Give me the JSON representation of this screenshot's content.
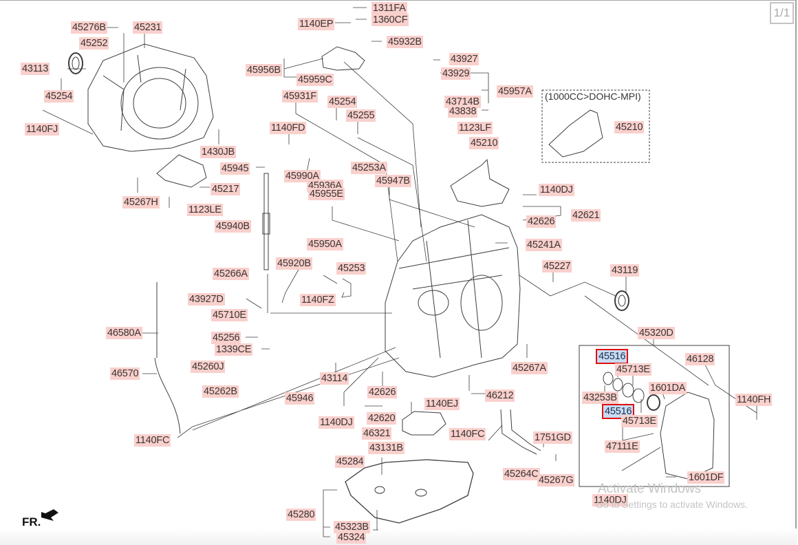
{
  "viewer": {
    "page_indicator": "1/1"
  },
  "diagram": {
    "variant_note": "(1000CC>DOHC-MPI)",
    "orientation_marker": "FR.",
    "highlight_color": "#e01010",
    "label_color": "#f9d0cc",
    "labels": [
      {
        "id": "45276B",
        "text": "45276B",
        "highlighted": false
      },
      {
        "id": "45231",
        "text": "45231",
        "highlighted": false
      },
      {
        "id": "45252",
        "text": "45252",
        "highlighted": false
      },
      {
        "id": "43113",
        "text": "43113",
        "highlighted": false
      },
      {
        "id": "45254-a",
        "text": "45254",
        "highlighted": false
      },
      {
        "id": "1140FJ",
        "text": "1140FJ",
        "highlighted": false
      },
      {
        "id": "1430JB",
        "text": "1430JB",
        "highlighted": false
      },
      {
        "id": "45945",
        "text": "45945",
        "highlighted": false
      },
      {
        "id": "45217",
        "text": "45217",
        "highlighted": false
      },
      {
        "id": "45267H",
        "text": "45267H",
        "highlighted": false
      },
      {
        "id": "1123LE",
        "text": "1123LE",
        "highlighted": false
      },
      {
        "id": "1311FA",
        "text": "1311FA",
        "highlighted": false
      },
      {
        "id": "1360CF",
        "text": "1360CF",
        "highlighted": false
      },
      {
        "id": "1140EP",
        "text": "1140EP",
        "highlighted": false
      },
      {
        "id": "45932B",
        "text": "45932B",
        "highlighted": false
      },
      {
        "id": "45956B",
        "text": "45956B",
        "highlighted": false
      },
      {
        "id": "45959C",
        "text": "45959C",
        "highlighted": false
      },
      {
        "id": "43927",
        "text": "43927",
        "highlighted": false
      },
      {
        "id": "43929",
        "text": "43929",
        "highlighted": false
      },
      {
        "id": "45957A",
        "text": "45957A",
        "highlighted": false
      },
      {
        "id": "43714B",
        "text": "43714B",
        "highlighted": false
      },
      {
        "id": "43838",
        "text": "43838",
        "highlighted": false
      },
      {
        "id": "45931F",
        "text": "45931F",
        "highlighted": false
      },
      {
        "id": "45254-b",
        "text": "45254",
        "highlighted": false
      },
      {
        "id": "45255",
        "text": "45255",
        "highlighted": false
      },
      {
        "id": "1140FD",
        "text": "1140FD",
        "highlighted": false
      },
      {
        "id": "1123LF",
        "text": "1123LF",
        "highlighted": false
      },
      {
        "id": "45210-a",
        "text": "45210",
        "highlighted": false
      },
      {
        "id": "45210-b",
        "text": "45210",
        "highlighted": false
      },
      {
        "id": "45253A",
        "text": "45253A",
        "highlighted": false
      },
      {
        "id": "45990A",
        "text": "45990A",
        "highlighted": false
      },
      {
        "id": "45936A",
        "text": "45936A",
        "highlighted": false
      },
      {
        "id": "45955E",
        "text": "45955E",
        "highlighted": false
      },
      {
        "id": "45947B",
        "text": "45947B",
        "highlighted": false
      },
      {
        "id": "1140DJ-a",
        "text": "1140DJ",
        "highlighted": false
      },
      {
        "id": "42621",
        "text": "42621",
        "highlighted": false
      },
      {
        "id": "42626-a",
        "text": "42626",
        "highlighted": false
      },
      {
        "id": "45940B",
        "text": "45940B",
        "highlighted": false
      },
      {
        "id": "45950A",
        "text": "45950A",
        "highlighted": false
      },
      {
        "id": "45241A",
        "text": "45241A",
        "highlighted": false
      },
      {
        "id": "45920B",
        "text": "45920B",
        "highlighted": false
      },
      {
        "id": "45266A",
        "text": "45266A",
        "highlighted": false
      },
      {
        "id": "45253",
        "text": "45253",
        "highlighted": false
      },
      {
        "id": "45227",
        "text": "45227",
        "highlighted": false
      },
      {
        "id": "43119",
        "text": "43119",
        "highlighted": false
      },
      {
        "id": "43927D",
        "text": "43927D",
        "highlighted": false
      },
      {
        "id": "1140FZ",
        "text": "1140FZ",
        "highlighted": false
      },
      {
        "id": "45710E",
        "text": "45710E",
        "highlighted": false
      },
      {
        "id": "46580A",
        "text": "46580A",
        "highlighted": false
      },
      {
        "id": "45256",
        "text": "45256",
        "highlighted": false
      },
      {
        "id": "1339CE",
        "text": "1339CE",
        "highlighted": false
      },
      {
        "id": "45320D",
        "text": "45320D",
        "highlighted": false
      },
      {
        "id": "45516-a",
        "text": "45516",
        "highlighted": true
      },
      {
        "id": "46128",
        "text": "46128",
        "highlighted": false
      },
      {
        "id": "45713E-a",
        "text": "45713E",
        "highlighted": false
      },
      {
        "id": "45267A",
        "text": "45267A",
        "highlighted": false
      },
      {
        "id": "45260J",
        "text": "45260J",
        "highlighted": false
      },
      {
        "id": "46570",
        "text": "46570",
        "highlighted": false
      },
      {
        "id": "43114",
        "text": "43114",
        "highlighted": false
      },
      {
        "id": "42626-b",
        "text": "42626",
        "highlighted": false
      },
      {
        "id": "45262B",
        "text": "45262B",
        "highlighted": false
      },
      {
        "id": "1601DA",
        "text": "1601DA",
        "highlighted": false
      },
      {
        "id": "43253B",
        "text": "43253B",
        "highlighted": false
      },
      {
        "id": "45946",
        "text": "45946",
        "highlighted": false
      },
      {
        "id": "46212",
        "text": "46212",
        "highlighted": false
      },
      {
        "id": "1140FH",
        "text": "1140FH",
        "highlighted": false
      },
      {
        "id": "1140EJ",
        "text": "1140EJ",
        "highlighted": false
      },
      {
        "id": "45516-b",
        "text": "45516",
        "highlighted": true
      },
      {
        "id": "45713E-b",
        "text": "45713E",
        "highlighted": false
      },
      {
        "id": "1140DJ-b",
        "text": "1140DJ",
        "highlighted": false
      },
      {
        "id": "42620",
        "text": "42620",
        "highlighted": false
      },
      {
        "id": "46321",
        "text": "46321",
        "highlighted": false
      },
      {
        "id": "1140FC-a",
        "text": "1140FC",
        "highlighted": false
      },
      {
        "id": "1140FC-b",
        "text": "1140FC",
        "highlighted": false
      },
      {
        "id": "1751GD",
        "text": "1751GD",
        "highlighted": false
      },
      {
        "id": "47111E",
        "text": "47111E",
        "highlighted": false
      },
      {
        "id": "43131B",
        "text": "43131B",
        "highlighted": false
      },
      {
        "id": "45284",
        "text": "45284",
        "highlighted": false
      },
      {
        "id": "45264C",
        "text": "45264C",
        "highlighted": false
      },
      {
        "id": "45267G",
        "text": "45267G",
        "highlighted": false
      },
      {
        "id": "1601DF",
        "text": "1601DF",
        "highlighted": false
      },
      {
        "id": "1140DJ-c",
        "text": "1140DJ",
        "highlighted": false
      },
      {
        "id": "45280",
        "text": "45280",
        "highlighted": false
      },
      {
        "id": "45323B",
        "text": "45323B",
        "highlighted": false
      },
      {
        "id": "45324",
        "text": "45324",
        "highlighted": false
      }
    ]
  },
  "os_overlay": {
    "watermark_title": "Activate Windows",
    "watermark_subtitle": "Go to Settings to activate Windows."
  }
}
